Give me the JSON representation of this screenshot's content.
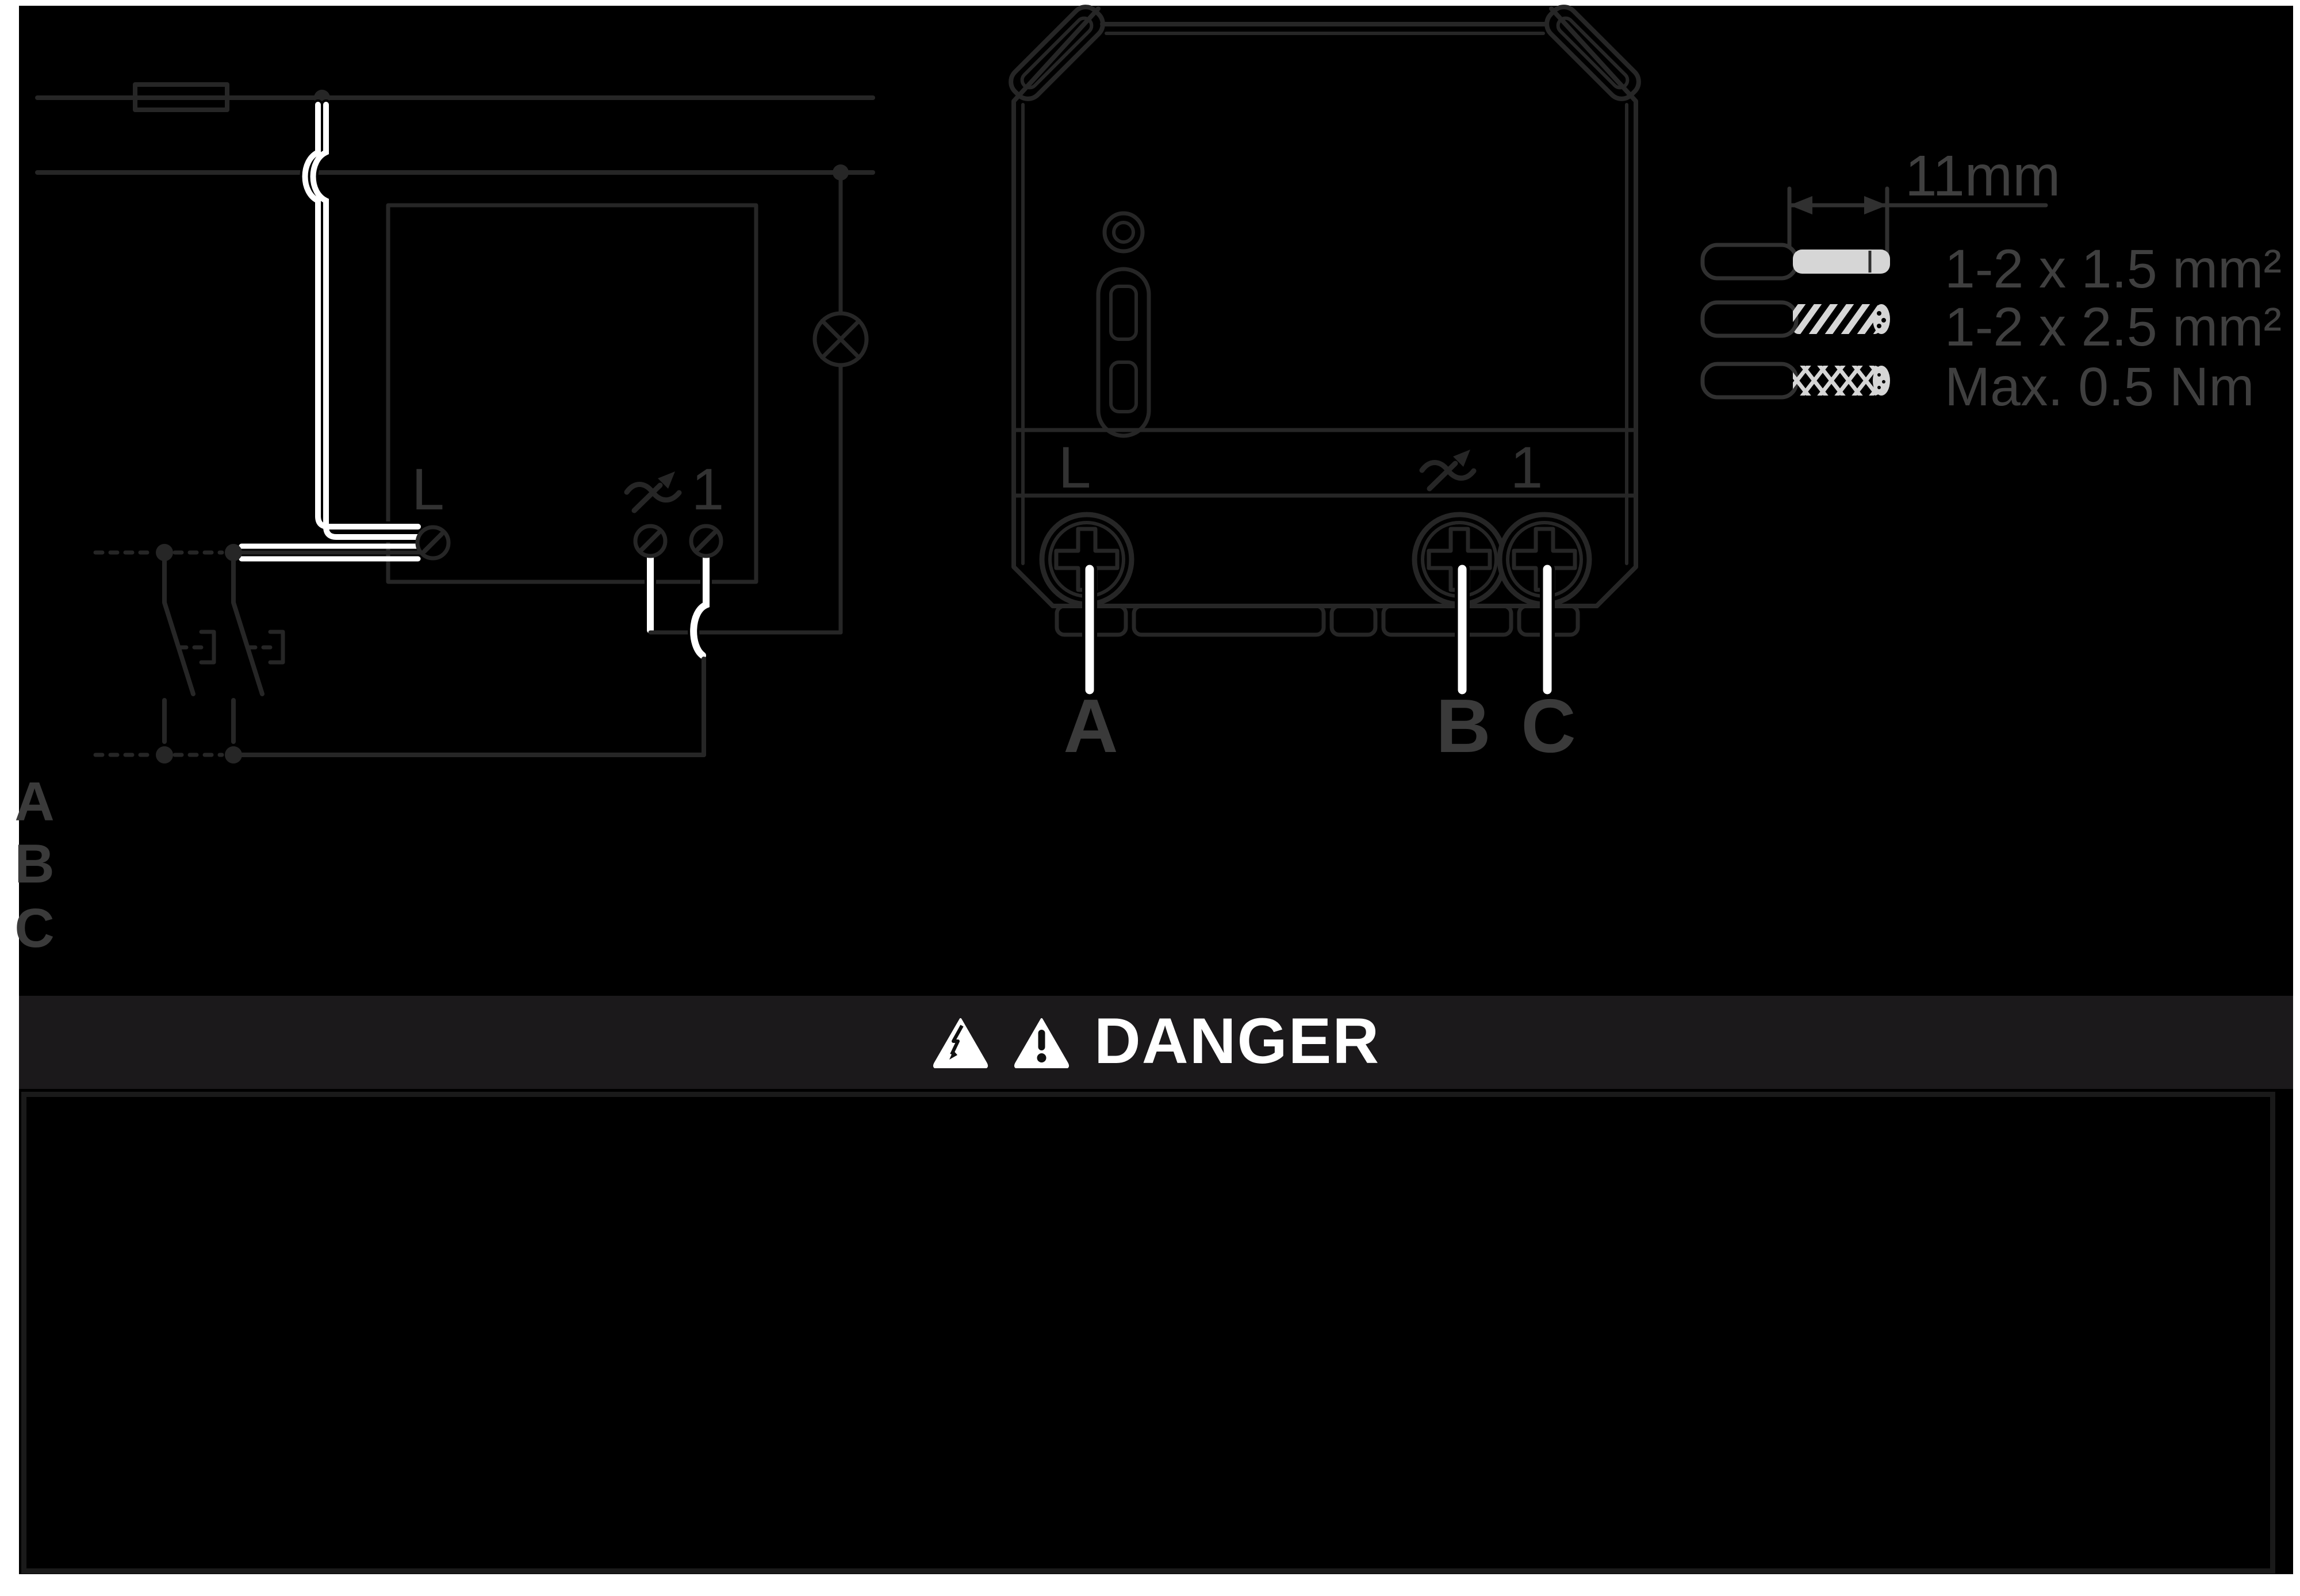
{
  "colors": {
    "page_bg": "#ffffff",
    "canvas_bg": "#000000",
    "diagram_line": "#262626",
    "label_gray": "#3a3a3a",
    "wire_white": "#ffffff",
    "conductor_gray": "#d6d6d6",
    "banner_bg": "#1b191b",
    "banner_text": "#ffffff"
  },
  "wiring_diagram": {
    "terminal_live": "L",
    "terminal_switched": "1"
  },
  "device": {
    "terminal_live": "L",
    "terminal_switched": "1",
    "wire_labels": [
      "A",
      "B",
      "C"
    ]
  },
  "legend": {
    "letters": [
      "A",
      "B",
      "C"
    ]
  },
  "wire_spec": {
    "strip_length": "11mm",
    "rows": [
      {
        "label": "1-2 x 1.5 mm²"
      },
      {
        "label": "1-2 x 2.5 mm²"
      },
      {
        "label": "Max. 0.5 Nm"
      }
    ]
  },
  "danger_banner": {
    "label": "DANGER",
    "icons": [
      "electric-shock-warning-triangle",
      "general-warning-triangle"
    ]
  }
}
